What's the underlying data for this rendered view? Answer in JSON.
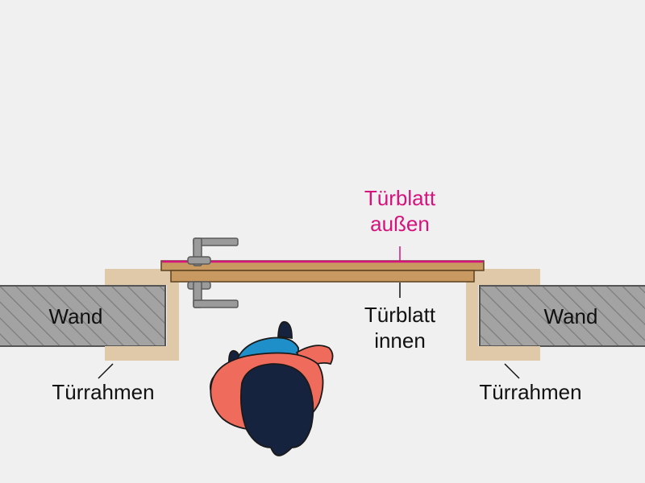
{
  "labels": {
    "door_outer_line1": "Türblatt",
    "door_outer_line2": "außen",
    "door_inner_line1": "Türblatt",
    "door_inner_line2": "innen",
    "wall_left": "Wand",
    "wall_right": "Wand",
    "frame_left": "Türrahmen",
    "frame_right": "Türrahmen"
  },
  "colors": {
    "background": "#f0f0f0",
    "wall_fill": "#a3a3a3",
    "wall_hatch": "#7c7c7c",
    "frame": "#e0c9a9",
    "door_wood": "#c89a62",
    "door_outer_edge": "#d6127d",
    "label_accent": "#d6127d",
    "label_text": "#111111",
    "person_hair": "#16233f",
    "person_shirt": "#ef6c5c",
    "person_backpack": "#1f8fc9",
    "handle": "#9b9b9b"
  },
  "icons": [
    "door-handle-icon",
    "person-top-view-icon"
  ]
}
